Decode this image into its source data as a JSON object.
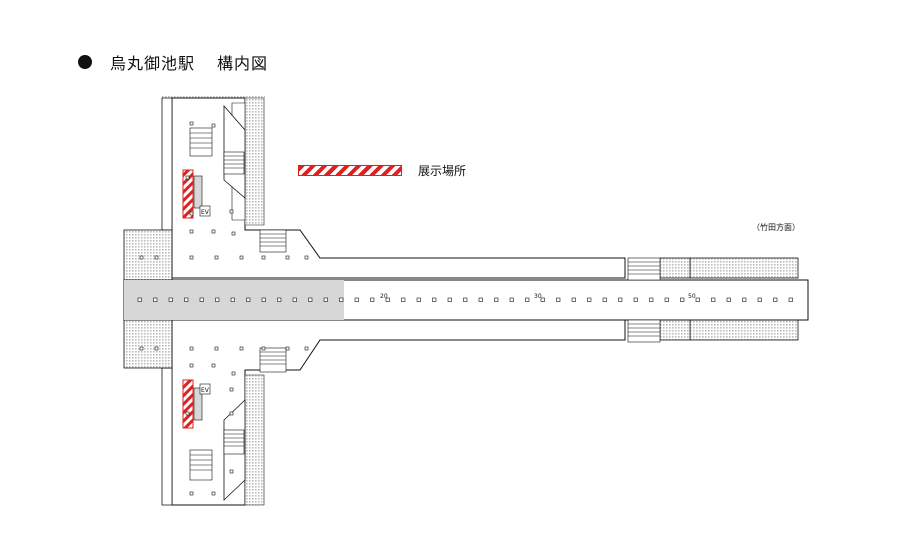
{
  "header": {
    "station_name": "烏丸御池駅",
    "map_label": "構内図"
  },
  "legend": {
    "label": "展示場所",
    "swatch_color": "#e02020"
  },
  "direction_label": "（竹田方面）",
  "km_markers": [
    "20",
    "30",
    "50"
  ],
  "elevator_label": "EV",
  "colors": {
    "line": "#111111",
    "platform_gray": "#d7d7d7",
    "dotted_area": "#d0d0d0",
    "display_red": "#e02020"
  }
}
